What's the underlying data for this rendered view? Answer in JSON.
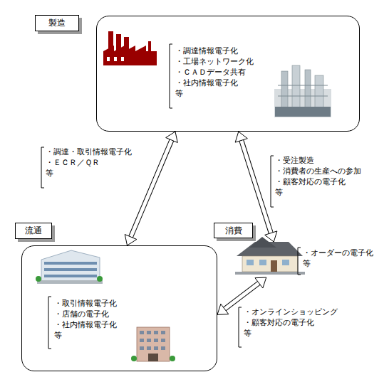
{
  "diagram": {
    "nodes": [
      {
        "text": [
          "製造",
          "・調達情報電子化 ・工場ネットワーク化 ・ＣＡＤデータ共有 ・社内情報電子化 等"
        ]
      },
      {
        "text": [
          "流通",
          "・取引情報電子化 ・店舗の電子化 ・社内情報電子化 等"
        ]
      },
      {
        "text": [
          "消費",
          "・オーダーの電子化 等"
        ]
      }
    ],
    "edges": [
      {
        "from": 0,
        "to": 1,
        "label": "・調達・取引情報電子化 ・ＥＣＲ／ＱＲ 等",
        "arrow": "both"
      },
      {
        "from": 0,
        "to": 2,
        "label": "・受注製造 ・消費者の生産への参加 ・顧客対応の電子化 等",
        "arrow": "both"
      },
      {
        "from": 1,
        "to": 2,
        "label": "・オンラインショッピング ・顧客対応の電子化 等",
        "arrow": "both"
      }
    ]
  }
}
